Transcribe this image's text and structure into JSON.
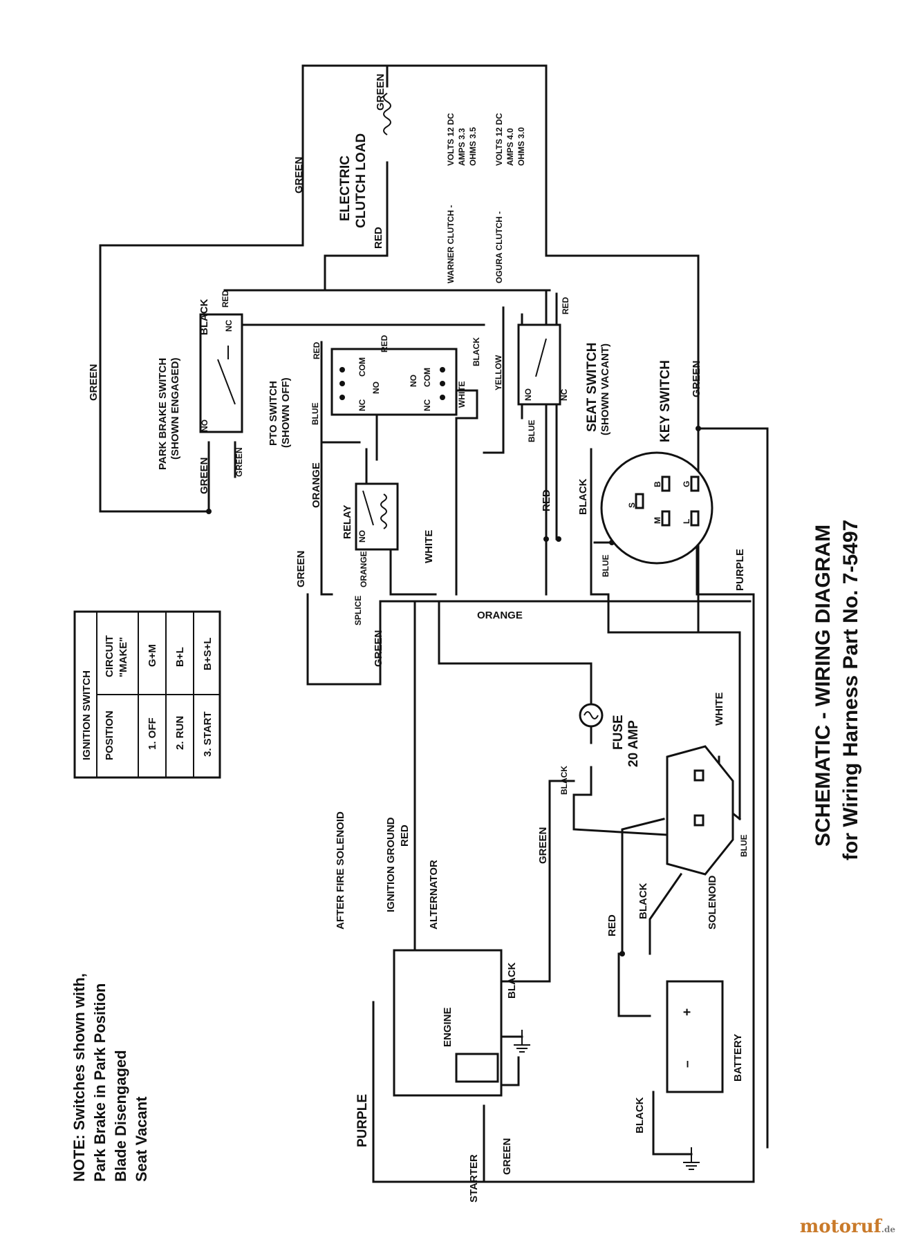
{
  "title": {
    "line1": "SCHEMATIC - WIRING DIAGRAM",
    "line2": "for Wiring Harness Part No. 7-5497"
  },
  "note": {
    "line1": "NOTE: Switches shown with,",
    "line2": "Park Brake in Park Position",
    "line3": "Blade Disengaged",
    "line4": "Seat Vacant"
  },
  "ignition_table": {
    "header": "IGNITION SWITCH",
    "col_position": "POSITION",
    "col_circuit": "CIRCUIT",
    "col_make": "\"MAKE\"",
    "rows": [
      {
        "position": "1. OFF",
        "circuit": "G+M"
      },
      {
        "position": "2. RUN",
        "circuit": "B+L"
      },
      {
        "position": "3. START",
        "circuit": "B+S+L"
      }
    ]
  },
  "components": {
    "clutch": "ELECTRIC",
    "clutch2": "CLUTCH LOAD",
    "park_brake": "PARK BRAKE SWITCH",
    "park_brake_state": "(SHOWN ENGAGED)",
    "pto": "PTO SWITCH",
    "pto_state": "(SHOWN OFF)",
    "seat": "SEAT  SWITCH",
    "seat_state": "(SHOWN VACANT)",
    "key": "KEY SWITCH",
    "relay": "RELAY",
    "fuse": "FUSE",
    "fuse_rating": "20 AMP",
    "solenoid": "SOLENOID",
    "battery": "BATTERY",
    "engine": "ENGINE",
    "starter": "STARTER",
    "alternator": "ALTERNATOR",
    "ignition_ground": "IGNITION GROUND",
    "after_fire": "AFTER FIRE SOLENOID",
    "splice": "SPLICE",
    "plus": "+",
    "minus": "–"
  },
  "clutch_specs": {
    "warner": "WARNER CLUTCH -",
    "warner_v": "VOLTS 12 DC",
    "warner_a": "AMPS 3.3",
    "warner_o": "OHMS 3.5",
    "ogura": "OGURA CLUTCH -",
    "ogura_v": "VOLTS 12 DC",
    "ogura_a": "AMPS 4.0",
    "ogura_o": "OHMS 3.0"
  },
  "contacts": {
    "nc": "NC",
    "no": "NO",
    "com": "COM",
    "b": "B",
    "g": "G",
    "s": "S",
    "m": "M",
    "l": "L"
  },
  "wires": {
    "green": "GREEN",
    "red": "RED",
    "black": "BLACK",
    "blue": "BLUE",
    "white": "WHITE",
    "orange": "ORANGE",
    "yellow": "YELLOW",
    "purple": "PURPLE"
  },
  "watermark": {
    "main": "motoruf",
    "suffix": ".de"
  }
}
